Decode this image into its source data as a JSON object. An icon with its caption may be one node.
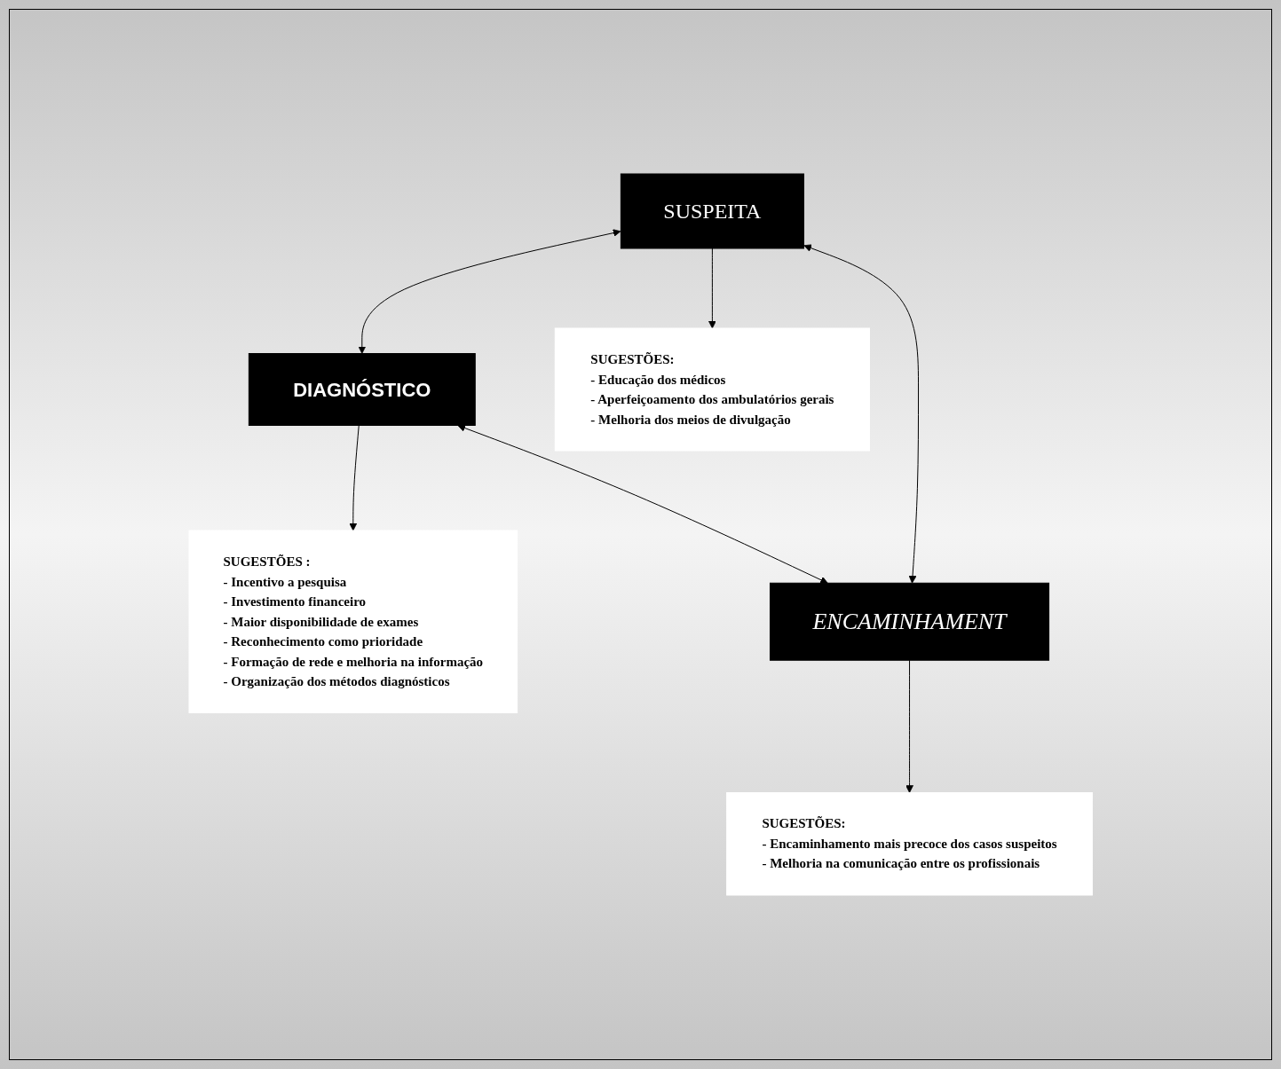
{
  "diagram": {
    "nodes": [
      {
        "text": [
          "SUGESTÕES :",
          "- Incentivo a pesquisa",
          "- Investimento financeiro",
          "- Maior disponibilidade de exames",
          "- Reconhecimento como prioridade",
          "- Formação de rede e melhoria na informação",
          "- Organização dos métodos diagnósticos"
        ]
      },
      {
        "text": [
          "SUSPEITA"
        ]
      },
      {
        "text": [
          "DIAGNÓSTICO"
        ]
      },
      {
        "text": [
          "ENCAMINHAMENT"
        ]
      },
      {
        "text": [
          "SUGESTÕES:",
          "- Educação dos médicos",
          "- Aperfeiçoamento dos ambulatórios gerais",
          "- Melhoria dos meios de divulgação"
        ]
      },
      {
        "text": [
          "SUGESTÕES:",
          "- Encaminhamento mais precoce dos casos suspeitos",
          "- Melhoria na comunicação entre os profissionais"
        ]
      }
    ],
    "edges": [
      {
        "from": 1,
        "to": 2,
        "arrow": "both"
      },
      {
        "from": 1,
        "to": 3,
        "arrow": "both"
      },
      {
        "from": 2,
        "to": 3,
        "arrow": "both"
      },
      {
        "from": 2,
        "to": 0,
        "arrow": "to"
      },
      {
        "from": 1,
        "to": 4,
        "arrow": "to"
      },
      {
        "from": 3,
        "to": 5,
        "arrow": "to"
      }
    ]
  }
}
